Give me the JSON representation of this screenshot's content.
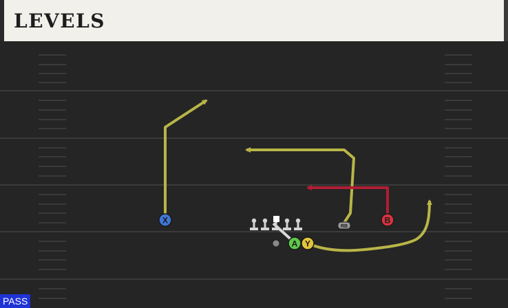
{
  "play": {
    "name": "LEVELS",
    "type_badge": "PASS"
  },
  "colors": {
    "header_bg": "#f1f0ea",
    "field_bg": "#252525",
    "route_yellow": "#b9b548",
    "route_red": "#b01e35",
    "badge_blue": "#1f33d6"
  },
  "players": [
    {
      "id": "x",
      "label": "X",
      "color": "#3f78d8",
      "route": "route_yellow"
    },
    {
      "id": "a",
      "label": "A",
      "color": "#5ec94a",
      "route": "route_white"
    },
    {
      "id": "y",
      "label": "Y",
      "color": "#e4c53a",
      "route": "route_yellow"
    },
    {
      "id": "b",
      "label": "B",
      "color": "#d8333f",
      "route": "route_red"
    },
    {
      "id": "rb",
      "label": "RB",
      "color": "#9a9a9a",
      "route": "route_yellow"
    }
  ]
}
